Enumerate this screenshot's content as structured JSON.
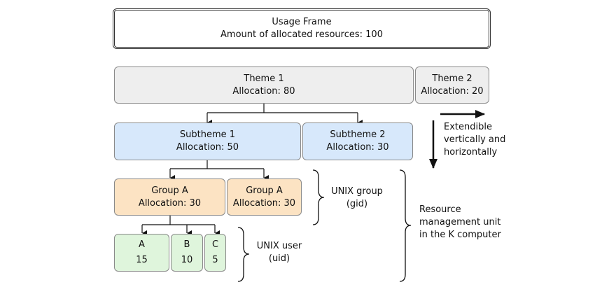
{
  "usage_frame": {
    "title": "Usage Frame",
    "subtitle": "Amount of allocated resources: 100"
  },
  "themes": [
    {
      "name": "Theme 1",
      "allocation": "Allocation: 80"
    },
    {
      "name": "Theme 2",
      "allocation": "Allocation: 20"
    }
  ],
  "subthemes": [
    {
      "name": "Subtheme 1",
      "allocation": "Allocation: 50"
    },
    {
      "name": "Subtheme 2",
      "allocation": "Allocation: 30"
    }
  ],
  "groups": [
    {
      "name": "Group A",
      "allocation": "Allocation: 30"
    },
    {
      "name": "Group A",
      "allocation": "Allocation: 30"
    }
  ],
  "users": [
    {
      "name": "A",
      "value": "15"
    },
    {
      "name": "B",
      "value": "10"
    },
    {
      "name": "C",
      "value": "5"
    }
  ],
  "extendible_label": [
    "Extendible",
    "vertically and",
    "horizontally"
  ],
  "unix_group_label": [
    "UNIX group",
    "(gid)"
  ],
  "unix_user_label": [
    "UNIX user",
    "(uid)"
  ],
  "resource_unit_label": [
    "Resource",
    "management unit",
    "in the K computer"
  ],
  "colors": {
    "theme": "#eeeeee",
    "subtheme": "#d7e8fb",
    "group": "#fce3c3",
    "user": "#dff5dc"
  }
}
